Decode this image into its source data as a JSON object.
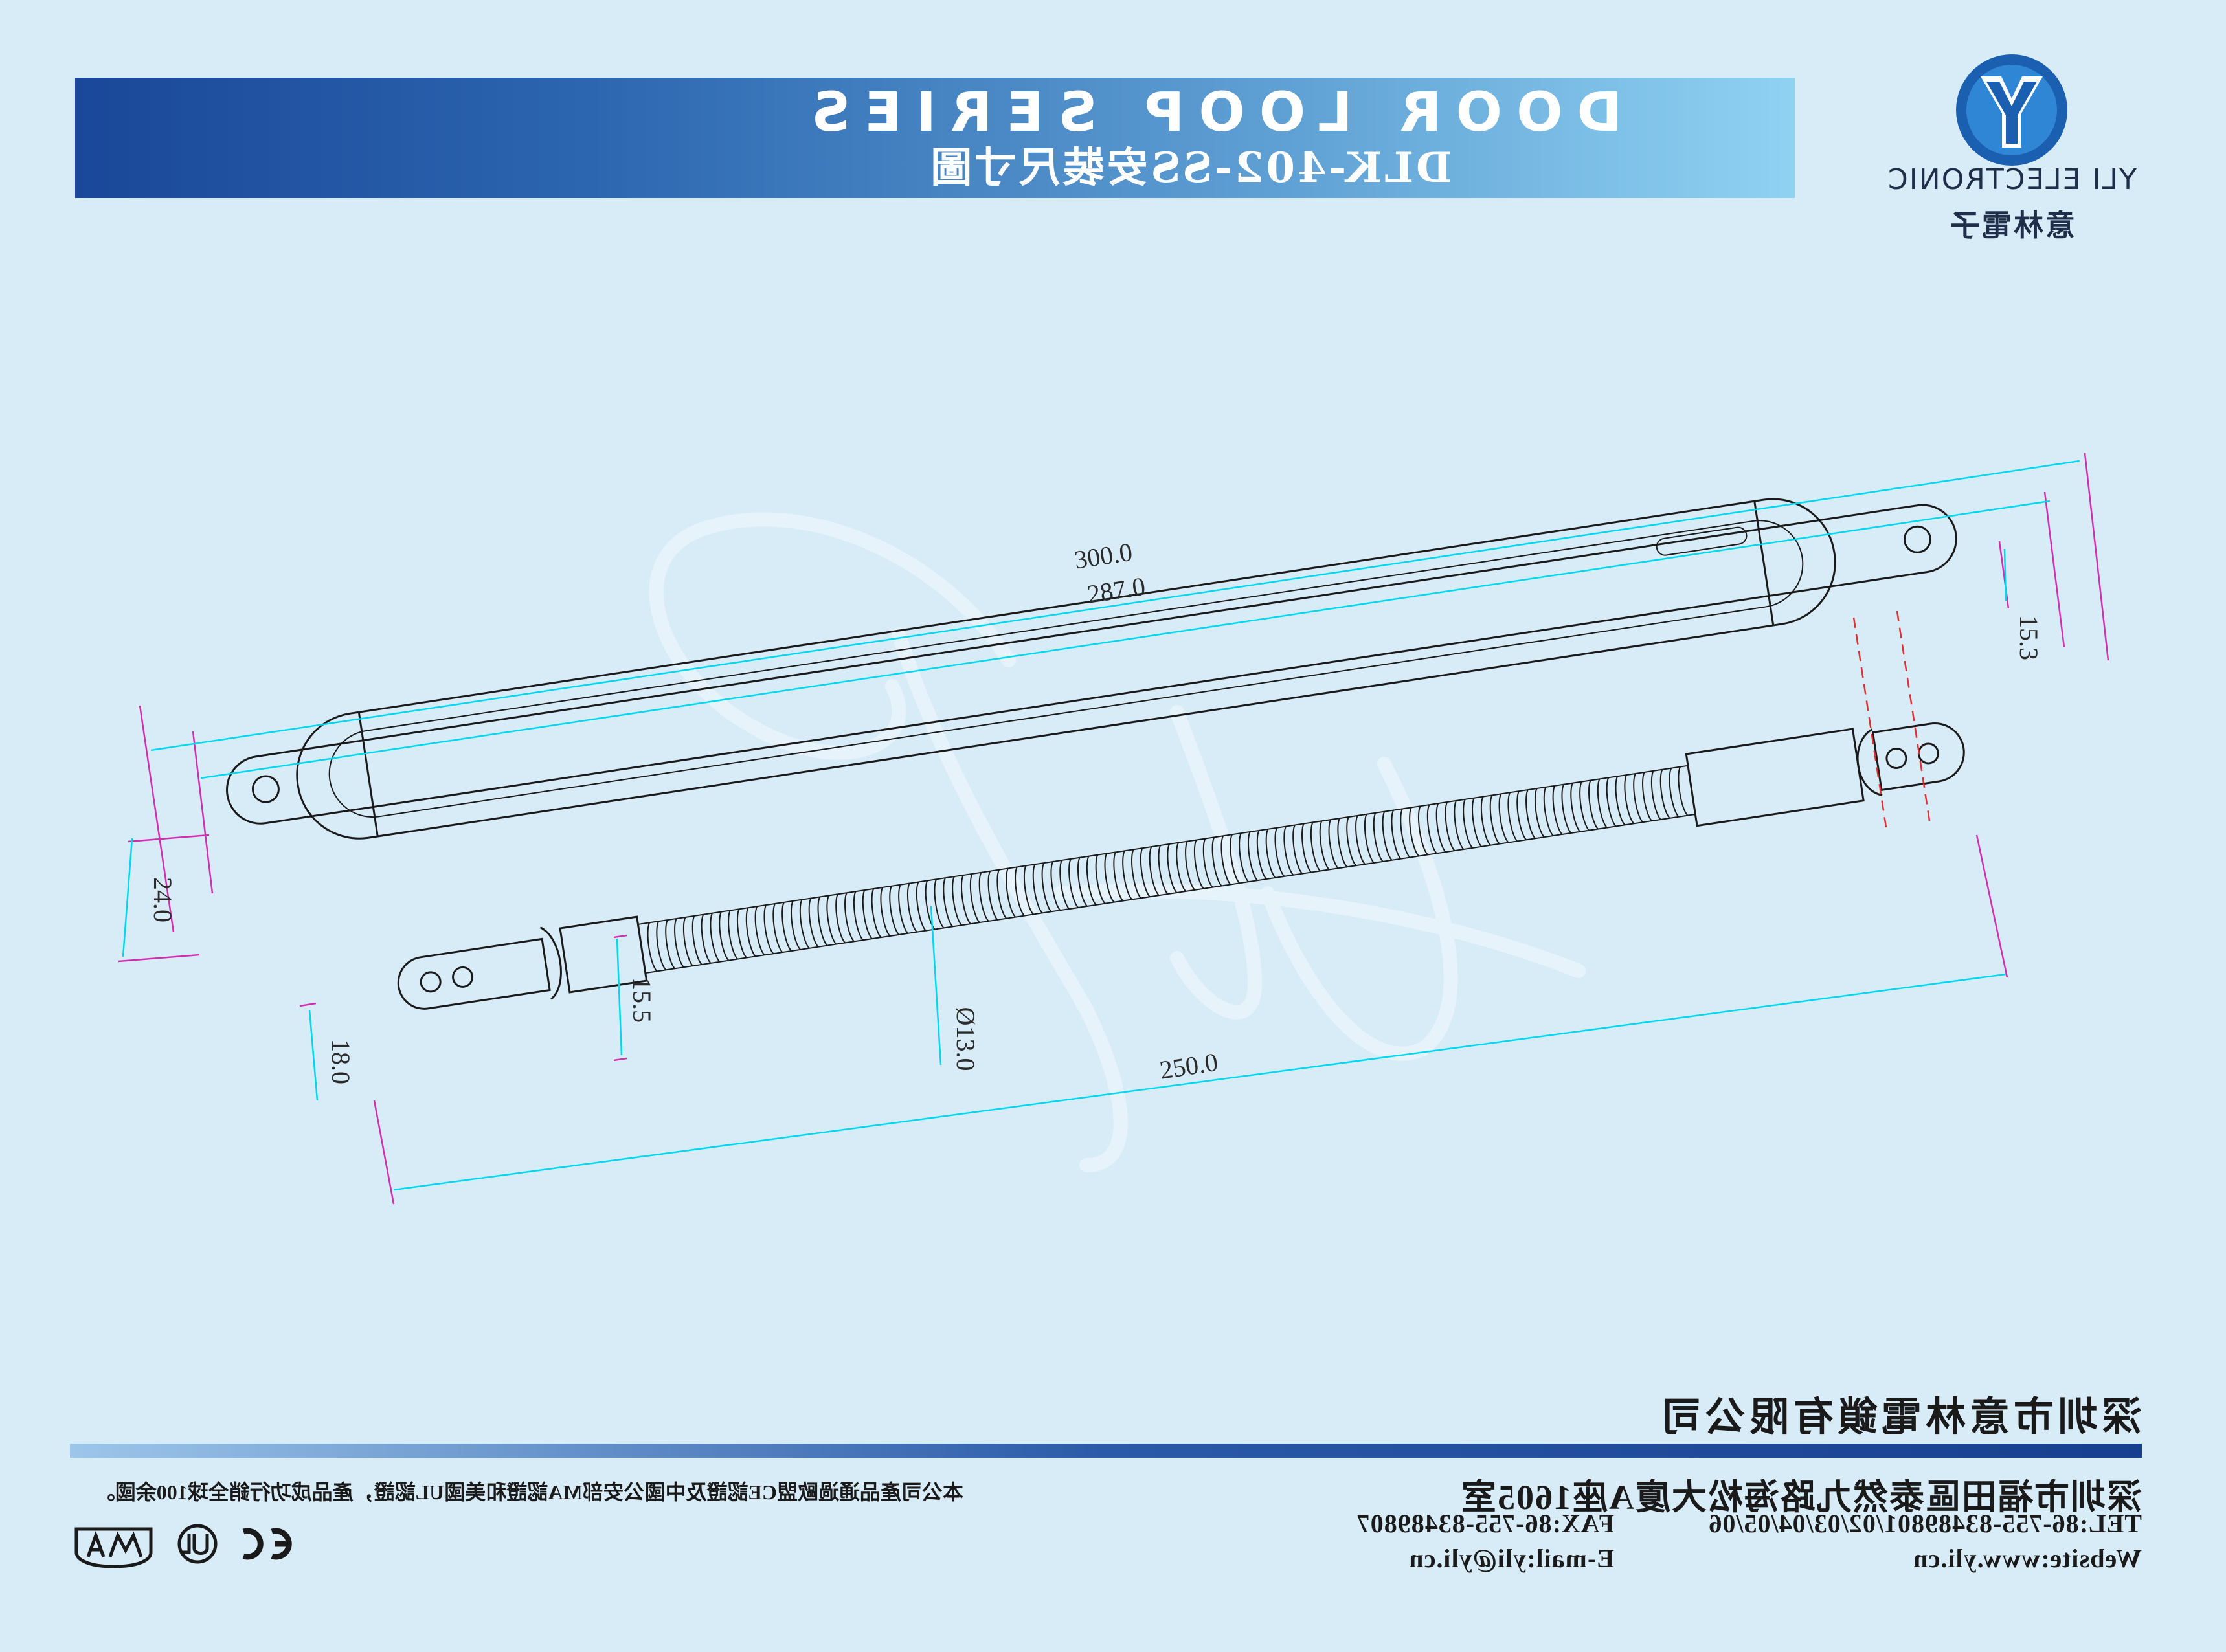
{
  "header": {
    "title": "DOOR LOOP SERIES",
    "subtitle": "DLK-402-SS安裝尺寸圖"
  },
  "logo": {
    "icon": "yli-y-logo-icon",
    "name": "YLI ELECTRONIC",
    "name_cn": "意林電子"
  },
  "dimensions": {
    "overall_length": "300.0",
    "hole_spacing": "287.0",
    "end_height": "15.3",
    "body_width": "24.0",
    "loop_length": "250.0",
    "spring_diameter": "Ø13.0",
    "sleeve_height": "15.5",
    "bracket_width": "18.0"
  },
  "footer": {
    "company": "深圳市意林電鎖有限公司",
    "address": "深圳市福田區泰然九路海松大廈A座1605室",
    "tel": "TEL:86-755-83489801/02/03/04/05/06",
    "fax": "FAX:86-755-83489807",
    "website": "Website:www.yli.cn",
    "email": "E-mail:yli@yli.cn",
    "certification": "本公司產品通過歐盟CE認證及中國公安部MA認證和美國UL認證，產品成功行銷全球100余國。",
    "cert_icons": [
      "ma-cert-icon",
      "ul-cert-icon",
      "ce-mark-icon"
    ]
  },
  "colors": {
    "background": "#d8ecf8",
    "banner_dark": "#1a4799",
    "banner_light": "#8fd2f2",
    "dimension_line": "#00d8f0",
    "extension_line": "#d030b0",
    "drawing_line": "#1a1a1a"
  }
}
